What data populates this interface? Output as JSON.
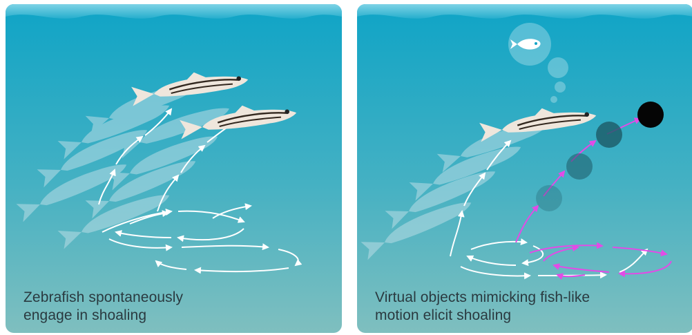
{
  "panels": [
    {
      "caption_line1": "Zebrafish spontaneously",
      "caption_line2": "engage in shoaling"
    },
    {
      "caption_line1": "Virtual objects mimicking fish-like",
      "caption_line2": "motion elicit shoaling"
    }
  ],
  "colors": {
    "water_top": "#0fa4c6",
    "water_bottom": "#7fbfbf",
    "fish_body": "#efe6dc",
    "fish_stripe": "#33281f",
    "ghost_fish": "#b9dde6",
    "arrow_real": "#ffffff",
    "arrow_virtual": "#e24be6",
    "virtual_object": "#1d5a66"
  },
  "icons": [
    "zebrafish-icon",
    "thought-bubble-icon",
    "virtual-dot-icon"
  ]
}
